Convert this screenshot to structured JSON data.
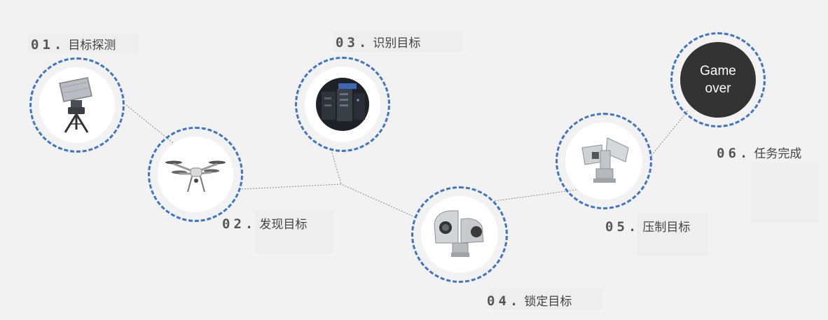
{
  "colors": {
    "background": "#f2f2f2",
    "dashed_ring": "#3f74c6",
    "inner_disc": "#ffffff",
    "connector": "#8a8a8a",
    "end_disc": "#333333",
    "number_text": "#555555",
    "label_text": "#444444"
  },
  "steps": [
    {
      "number": "01.",
      "label": "目标探测",
      "icon": "radar-icon"
    },
    {
      "number": "02.",
      "label": "发现目标",
      "icon": "drone-icon"
    },
    {
      "number": "03.",
      "label": "识别目标",
      "icon": "server-rack-icon"
    },
    {
      "number": "04.",
      "label": "锁定目标",
      "icon": "camera-turret-icon"
    },
    {
      "number": "05.",
      "label": "压制目标",
      "icon": "jammer-icon"
    },
    {
      "number": "06.",
      "label": "任务完成",
      "icon": "game-over-disc"
    }
  ],
  "end_node": {
    "line1": "Game",
    "line2": "over"
  }
}
